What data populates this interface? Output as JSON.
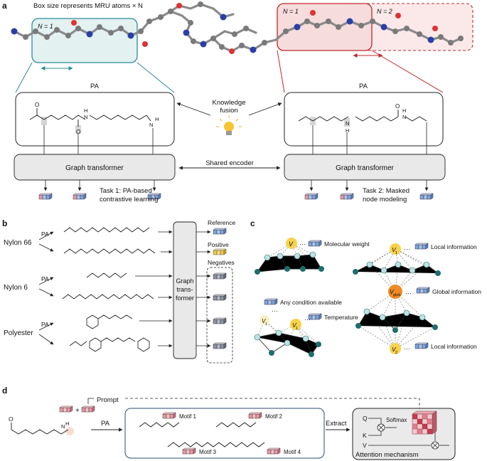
{
  "panel_a": {
    "label": "a",
    "box_caption": "Box size represents MRU atoms × N",
    "n1_left": "N = 1",
    "n1_right": "N = 1",
    "n2_right": "N = 2",
    "pa_left": "PA",
    "pa_right": "PA",
    "knowledge_line1": "Knowledge",
    "knowledge_line2": "fusion",
    "graph_left": "Graph transformer",
    "graph_right": "Graph transformer",
    "shared_encoder": "Shared encoder",
    "task1_line1": "Task 1: PA-based",
    "task1_line2": "contrastive learning",
    "task2_line1": "Task 2: Masked",
    "task2_line2": "node modeling",
    "atom_labels": {
      "o": "O",
      "h": "H",
      "n": "N"
    }
  },
  "panel_b": {
    "label": "b",
    "polymers": [
      "Nylon 66",
      "Nylon 6",
      "Polyester"
    ],
    "pa": "PA",
    "graph_line1": "Graph",
    "graph_line2": "trans-",
    "graph_line3": "former",
    "reference": "Reference",
    "positive": "Positive",
    "negatives": "Negatives"
  },
  "panel_c": {
    "label": "c",
    "molecular_weight": "Molecular weight",
    "local_info_top": "Local information",
    "global_info": "Global information",
    "any_condition": "Any condition available",
    "temperature": "Temperature",
    "local_info_bottom": "Local information",
    "node_v": "V",
    "node_v1": "V",
    "node_v1_sub": "1",
    "node_vglob": "V",
    "node_vglob_sub": "glob",
    "node_v2": "V",
    "node_v2_sub": "2",
    "dots": "···"
  },
  "panel_d": {
    "label": "d",
    "prompt": "Prompt",
    "pa": "PA",
    "extract": "Extract",
    "motifs": [
      "Motif 1",
      "Motif 2",
      "Motif 3",
      "Motif 4"
    ],
    "q": "Q",
    "k": "K",
    "v": "V",
    "softmax": "Softmax",
    "attention": "Attention mechanism"
  },
  "colors": {
    "teal_box": "#2c8c99",
    "teal_fill": "#e3f1f1",
    "red_box": "#c0282d",
    "red_fill": "#f6dcdc",
    "gray_fill": "#e9e9e9",
    "node_teal": "#1f6e6e",
    "node_light": "#bfe1e1",
    "node_yellow": "#f7d24a",
    "node_orange": "#f08a24",
    "emb_blue": "#7fa6d8",
    "emb_pink": "#e49aa6"
  }
}
